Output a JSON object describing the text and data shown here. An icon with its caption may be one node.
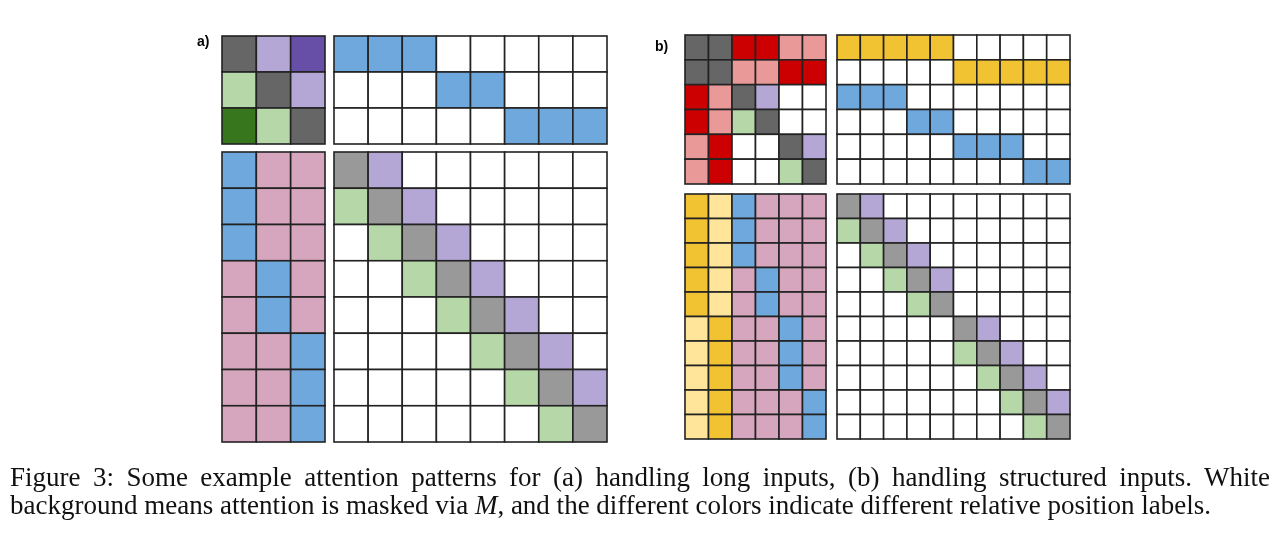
{
  "diagram": {
    "caption": "Figure 3: Some example attention patterns for (a) handling long inputs, (b) handling structured inputs. White background means attention is masked via *M*, and the different colors indicate different relative position labels.",
    "labels": [
      "a)",
      "b)"
    ]
  }
}
